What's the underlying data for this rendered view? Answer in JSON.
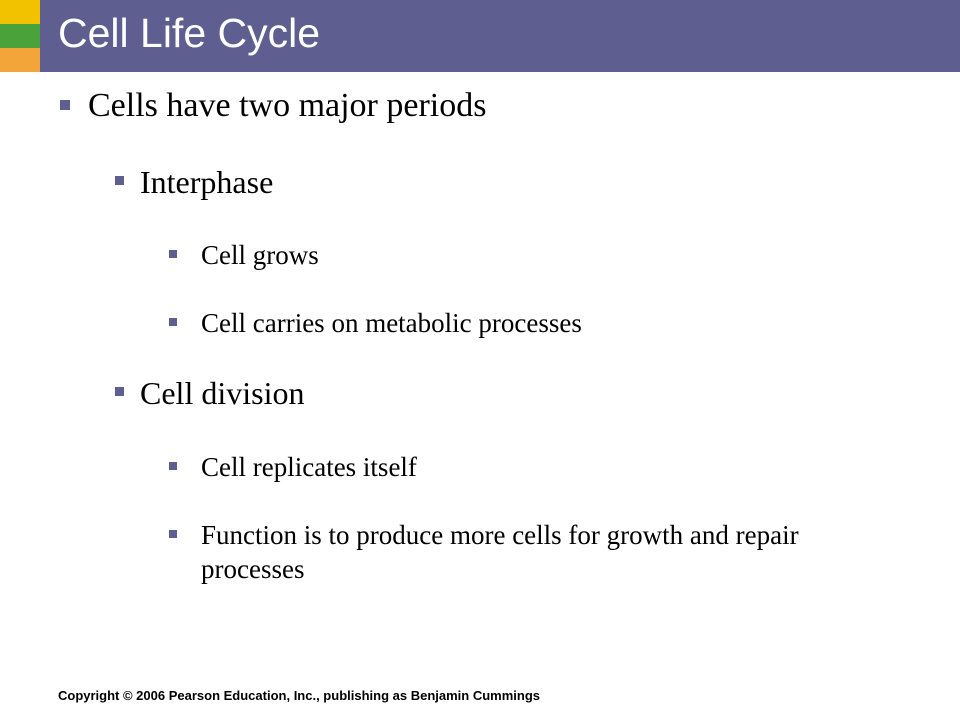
{
  "slide": {
    "title": "Cell Life Cycle",
    "bullets": [
      {
        "text": "Cells have two major periods",
        "children": [
          {
            "text": "Interphase",
            "children": [
              {
                "text": "Cell grows"
              },
              {
                "text": "Cell carries on metabolic processes"
              }
            ]
          },
          {
            "text": "Cell division",
            "children": [
              {
                "text": "Cell replicates itself"
              },
              {
                "text": "Function is to produce more cells for growth and repair processes"
              }
            ]
          }
        ]
      }
    ],
    "footer": "Copyright © 2006 Pearson Education, Inc., publishing as Benjamin Cummings"
  },
  "theme": {
    "title_bar_color": "#5e5e91",
    "strip_colors": [
      "#f2c200",
      "#4aa23a",
      "#f3a53a"
    ],
    "bullet_color": "#5e5e91",
    "text_color": "#000000"
  },
  "icons": {
    "bullet": "square-bullet-icon"
  }
}
